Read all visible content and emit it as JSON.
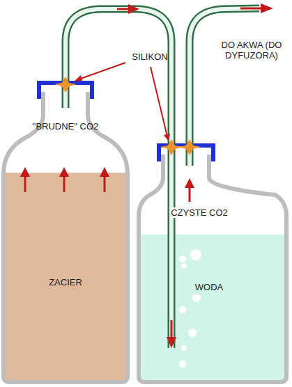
{
  "diagram": {
    "nodes": [
      {
        "text": [
          "\"BRUDNE\" CO2",
          "ZACIER"
        ]
      },
      {
        "text": [
          "CZYSTE CO2",
          "WODA"
        ]
      }
    ],
    "edges": [
      {
        "from": 0,
        "to": 1,
        "arrow": "to"
      }
    ],
    "labels": [
      "SILIKON",
      "DO AKWA (DO DYFUZORA)"
    ]
  }
}
